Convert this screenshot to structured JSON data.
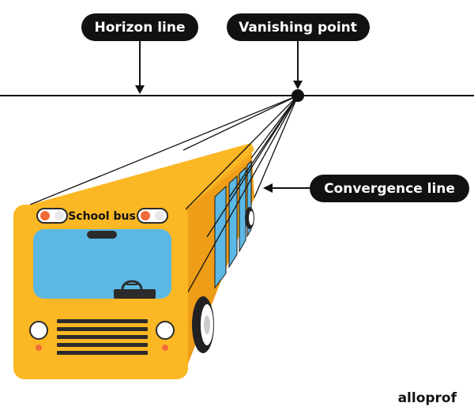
{
  "labels": {
    "horizon_line": "Horizon line",
    "vanishing_point": "Vanishing point",
    "convergence_line": "Convergence line"
  },
  "bus": {
    "sign": "School bus",
    "body_color": "#FBB724",
    "side_color": "#F0A31B",
    "window_color": "#5BB8E4"
  },
  "brand": {
    "logo": "alloprof"
  }
}
